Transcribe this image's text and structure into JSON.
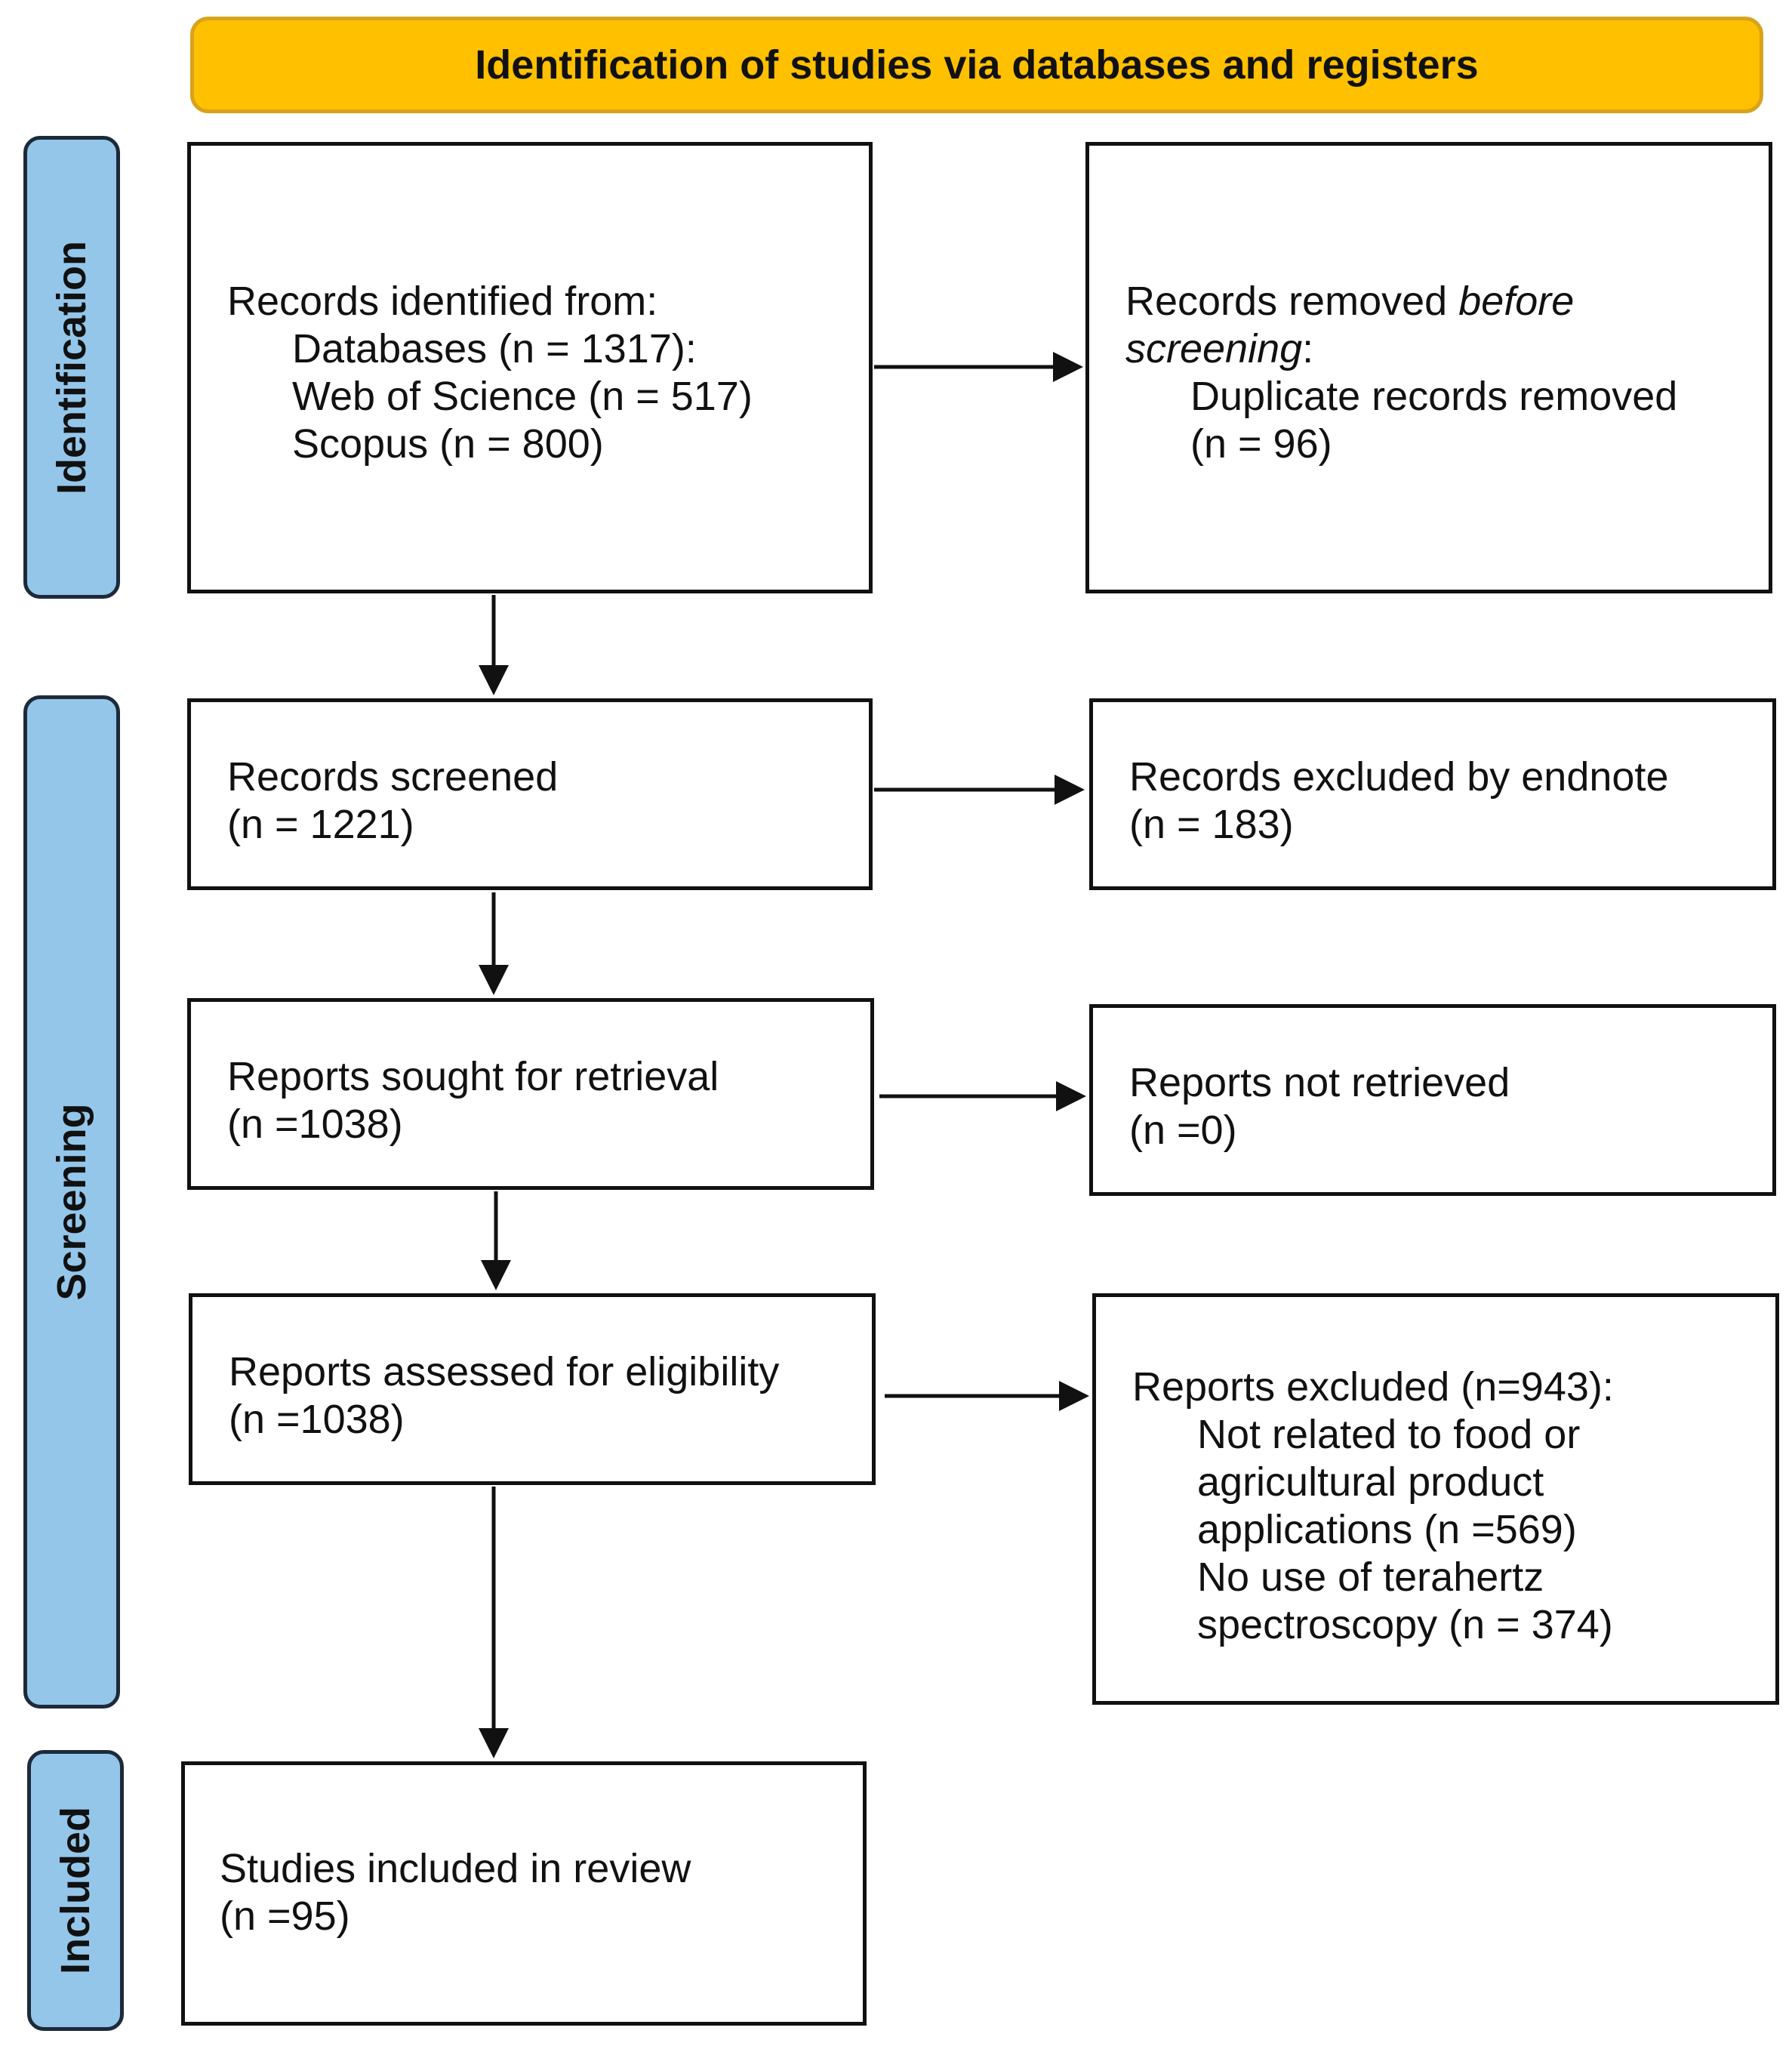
{
  "header": {
    "title": "Identification of studies via databases and registers",
    "color": "#FFC000"
  },
  "stages": {
    "identification": "Identification",
    "screening": "Screening",
    "included": "Included",
    "color": "#94C6EA"
  },
  "boxes": {
    "records_identified": {
      "line1": "Records identified from:",
      "line2": "Databases (n = 1317):",
      "line3": "Web of Science (n = 517)",
      "line4": "Scopus (n = 800)"
    },
    "records_removed": {
      "line1_prefix": "Records removed ",
      "line1_italic": "before",
      "line2_italic": "screening",
      "line2_suffix": ":",
      "line3": "Duplicate records removed",
      "line4": "(n = 96)"
    },
    "records_screened": {
      "line1": "Records screened",
      "line2": "(n = 1221)"
    },
    "records_excluded": {
      "line1": "Records excluded by endnote",
      "line2": "(n = 183)"
    },
    "reports_sought": {
      "line1": "Reports sought for retrieval",
      "line2": "(n =1038)"
    },
    "reports_not_retrieved": {
      "line1": "Reports not retrieved",
      "line2": "(n =0)"
    },
    "reports_assessed": {
      "line1": "Reports assessed for eligibility",
      "line2": "(n =1038)"
    },
    "reports_excluded": {
      "line1": "Reports excluded (n=943):",
      "line2": "Not related to food or",
      "line3": "agricultural product",
      "line4": "applications (n =569)",
      "line5": "No use of terahertz",
      "line6": "spectroscopy (n = 374)"
    },
    "studies_included": {
      "line1": "Studies included in review",
      "line2": "(n =95)"
    }
  }
}
